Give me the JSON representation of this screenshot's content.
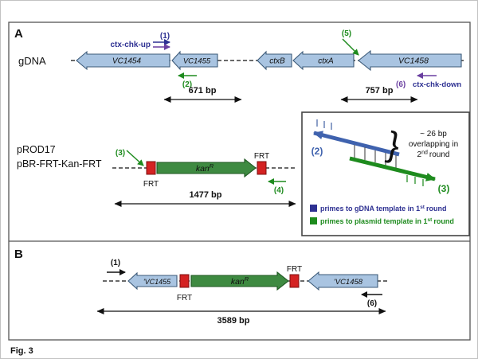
{
  "colors": {
    "gene_fill": "#a9c4e1",
    "gene_stroke": "#3c5a78",
    "kan_fill": "#3e8a41",
    "kan_stroke": "#1d5520",
    "frt_fill": "#d42222",
    "frt_stroke": "#7d0f0f",
    "navy": "#2e3192",
    "purple": "#6a3fa0",
    "green": "#1e8b1e",
    "blue": "#3f62ae",
    "black": "#111111"
  },
  "labels": {
    "panel_a": "A",
    "panel_b": "B",
    "caption": "Fig. 3",
    "frt": "FRT",
    "kan_base": "kan",
    "kan_sup": "R"
  },
  "gdna": {
    "track_label": "gDNA",
    "genes": {
      "vc1454": "VC1454",
      "vc1455": "VC1455",
      "ctxb": "ctxB",
      "ctxa": "ctxA",
      "vc1458": "VC1458"
    },
    "primer_up_label": "ctx-chk-up",
    "primer_down_label": "ctx-chk-down",
    "p1": "(1)",
    "p2": "(2)",
    "p5": "(5)",
    "p6": "(6)",
    "len_left": "671 bp",
    "len_right": "757 bp"
  },
  "plasmid": {
    "name_line1": "pROD17",
    "name_line2": "pBR-FRT-Kan-FRT",
    "p3": "(3)",
    "p4": "(4)",
    "len": "1477 bp"
  },
  "inset": {
    "p2": "(2)",
    "p3": "(3)",
    "brace": "}",
    "overlap_line1": "~ 26 bp",
    "overlap_line2": "overlapping in",
    "overlap_base": "2",
    "overlap_sup": "nd",
    "overlap_rest": "round",
    "legend_gdna_base": "primes to gDNA template in 1",
    "legend_gdna_sup": "st",
    "legend_gdna_rest": "round",
    "legend_plasmid_base": "primes to plasmid template in 1",
    "legend_plasmid_sup": "st",
    "legend_plasmid_rest": "round"
  },
  "panel_b": {
    "p1": "(1)",
    "p6": "(6)",
    "vc1455": "'VC1455",
    "vc1458": "'VC1458",
    "len": "3589 bp"
  }
}
